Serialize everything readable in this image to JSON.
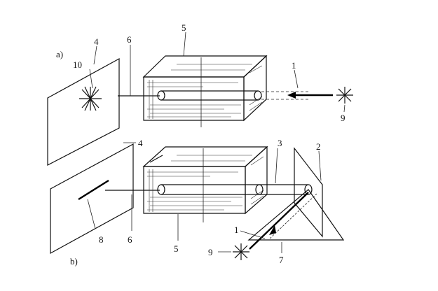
{
  "panel_a": {
    "label": "a)",
    "callouts": {
      "light_ray": "1",
      "screen": "4",
      "tank": "5",
      "beam_out": "6",
      "source": "9",
      "pattern": "10"
    }
  },
  "panel_b": {
    "label": "b)",
    "callouts": {
      "light_ray": "1",
      "mirror": "2",
      "fiber": "3",
      "screen": "4",
      "tank": "5",
      "beam_out": "6",
      "stand": "7",
      "spot": "8",
      "source": "9"
    }
  }
}
